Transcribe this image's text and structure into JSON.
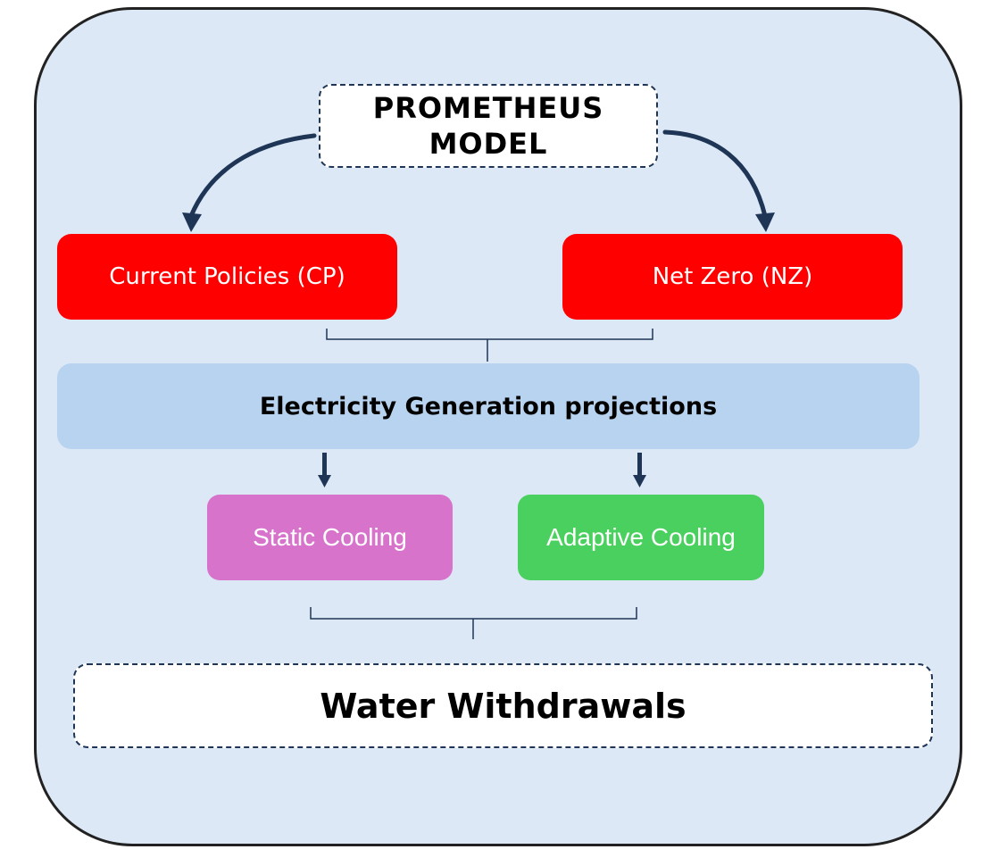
{
  "model": {
    "line1": "PROMETHEUS",
    "line2": "MODEL"
  },
  "scenarios": {
    "cp": "Current Policies (CP)",
    "nz": "Net Zero (NZ)"
  },
  "projections": "Electricity Generation projections",
  "cooling": {
    "static": "Static Cooling",
    "adaptive": "Adaptive Cooling"
  },
  "output": "Water Withdrawals",
  "colors": {
    "background": "#dce8f5",
    "scenario": "#ff0000",
    "projections_bar": "#b8d3ef",
    "static_cooling": "#d873cc",
    "adaptive_cooling": "#4ad05f",
    "arrow": "#1f3556"
  }
}
